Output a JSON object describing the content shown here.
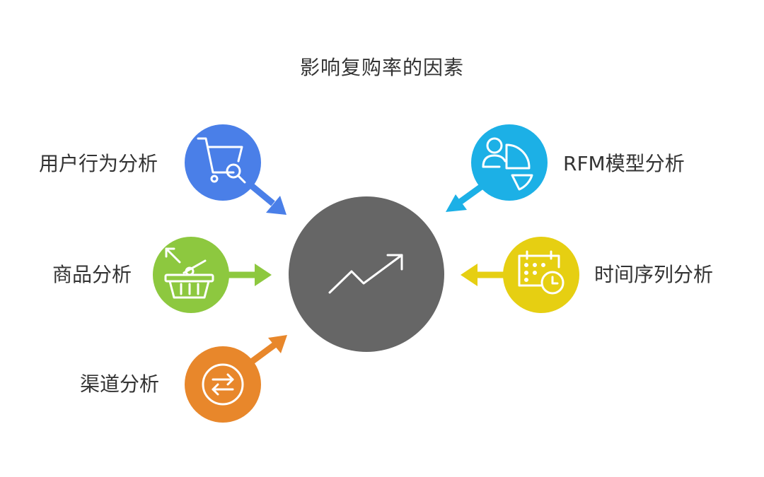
{
  "title": "影响复购率的因素",
  "center": {
    "icon": "trend-up-icon",
    "color": "#666666"
  },
  "factors": [
    {
      "label": "用户行为分析",
      "icon": "shopping-cart-search-icon",
      "color": "#4a7fe8"
    },
    {
      "label": "商品分析",
      "icon": "basket-arrow-icon",
      "color": "#8dc83f"
    },
    {
      "label": "渠道分析",
      "icon": "swap-arrows-icon",
      "color": "#e8872b"
    },
    {
      "label": "RFM模型分析",
      "icon": "segment-pie-icon",
      "color": "#1cb0e6"
    },
    {
      "label": "时间序列分析",
      "icon": "calendar-clock-icon",
      "color": "#e6cf12"
    }
  ]
}
